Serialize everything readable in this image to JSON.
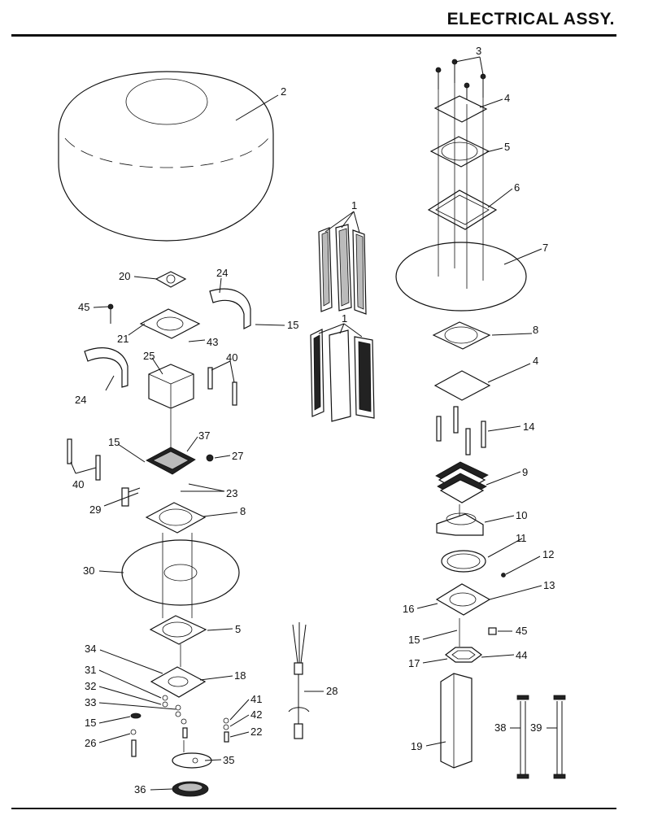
{
  "header": {
    "title": "ELECTRICAL ASSY."
  },
  "callouts": [
    {
      "key": "c2",
      "text": "2"
    },
    {
      "key": "c3",
      "text": "3"
    },
    {
      "key": "c4a",
      "text": "4"
    },
    {
      "key": "c5a",
      "text": "5"
    },
    {
      "key": "c6",
      "text": "6"
    },
    {
      "key": "c7",
      "text": "7"
    },
    {
      "key": "c1a",
      "text": "1"
    },
    {
      "key": "c1b",
      "text": "1"
    },
    {
      "key": "c20",
      "text": "20"
    },
    {
      "key": "c24a",
      "text": "24"
    },
    {
      "key": "c45a",
      "text": "45"
    },
    {
      "key": "c15a",
      "text": "15"
    },
    {
      "key": "c21",
      "text": "21"
    },
    {
      "key": "c43",
      "text": "43"
    },
    {
      "key": "c25",
      "text": "25"
    },
    {
      "key": "c40a",
      "text": "40"
    },
    {
      "key": "c24b",
      "text": "24"
    },
    {
      "key": "c8a",
      "text": "8"
    },
    {
      "key": "c4b",
      "text": "4"
    },
    {
      "key": "c14",
      "text": "14"
    },
    {
      "key": "c15b",
      "text": "15"
    },
    {
      "key": "c37",
      "text": "37"
    },
    {
      "key": "c27",
      "text": "27"
    },
    {
      "key": "c40b",
      "text": "40"
    },
    {
      "key": "c23",
      "text": "23"
    },
    {
      "key": "c29",
      "text": "29"
    },
    {
      "key": "c9",
      "text": "9"
    },
    {
      "key": "c8b",
      "text": "8"
    },
    {
      "key": "c10",
      "text": "10"
    },
    {
      "key": "c11",
      "text": "11"
    },
    {
      "key": "c30",
      "text": "30"
    },
    {
      "key": "c12",
      "text": "12"
    },
    {
      "key": "c13",
      "text": "13"
    },
    {
      "key": "c16",
      "text": "16"
    },
    {
      "key": "c5b",
      "text": "5"
    },
    {
      "key": "c15c",
      "text": "15"
    },
    {
      "key": "c45b",
      "text": "45"
    },
    {
      "key": "c34",
      "text": "34"
    },
    {
      "key": "c17",
      "text": "17"
    },
    {
      "key": "c44",
      "text": "44"
    },
    {
      "key": "c31",
      "text": "31"
    },
    {
      "key": "c18",
      "text": "18"
    },
    {
      "key": "c32",
      "text": "32"
    },
    {
      "key": "c28",
      "text": "28"
    },
    {
      "key": "c33",
      "text": "33"
    },
    {
      "key": "c41",
      "text": "41"
    },
    {
      "key": "c42",
      "text": "42"
    },
    {
      "key": "c15d",
      "text": "15"
    },
    {
      "key": "c38",
      "text": "38"
    },
    {
      "key": "c39",
      "text": "39"
    },
    {
      "key": "c22",
      "text": "22"
    },
    {
      "key": "c26",
      "text": "26"
    },
    {
      "key": "c19",
      "text": "19"
    },
    {
      "key": "c35",
      "text": "35"
    },
    {
      "key": "c36",
      "text": "36"
    }
  ]
}
